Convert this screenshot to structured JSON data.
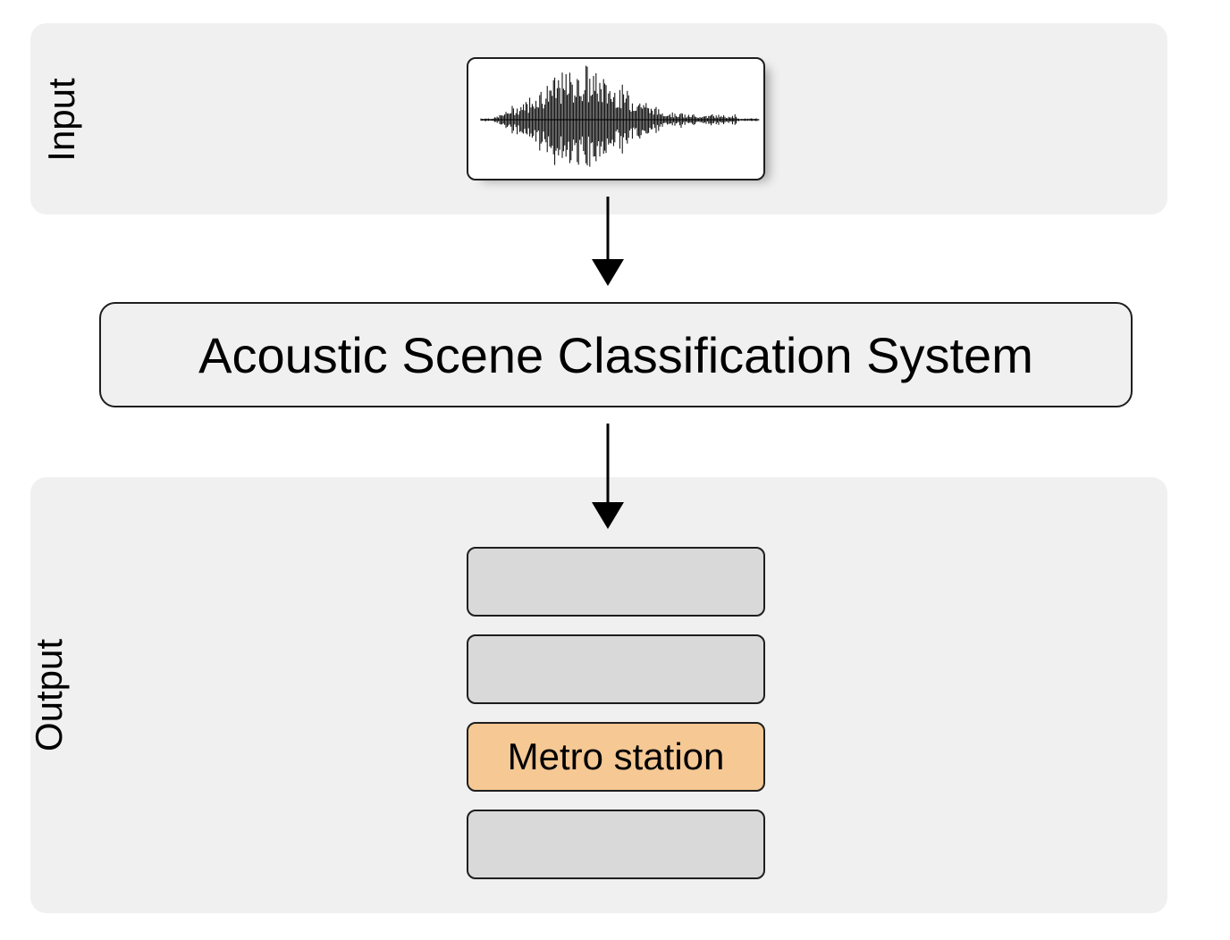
{
  "input_panel": {
    "label": "Input"
  },
  "system": {
    "label": "Acoustic Scene Classification System"
  },
  "output_panel": {
    "label": "Output",
    "classes": [
      {
        "label": "",
        "highlighted": false
      },
      {
        "label": "",
        "highlighted": false
      },
      {
        "label": "Metro station",
        "highlighted": true
      },
      {
        "label": "",
        "highlighted": false
      }
    ]
  },
  "colors": {
    "panel": "#f0f0f0",
    "class_default": "#d9d9d9",
    "class_highlight": "#f5c894",
    "stroke": "#1e1e1e"
  },
  "icons": {
    "input_signal": "audio-waveform-icon"
  }
}
